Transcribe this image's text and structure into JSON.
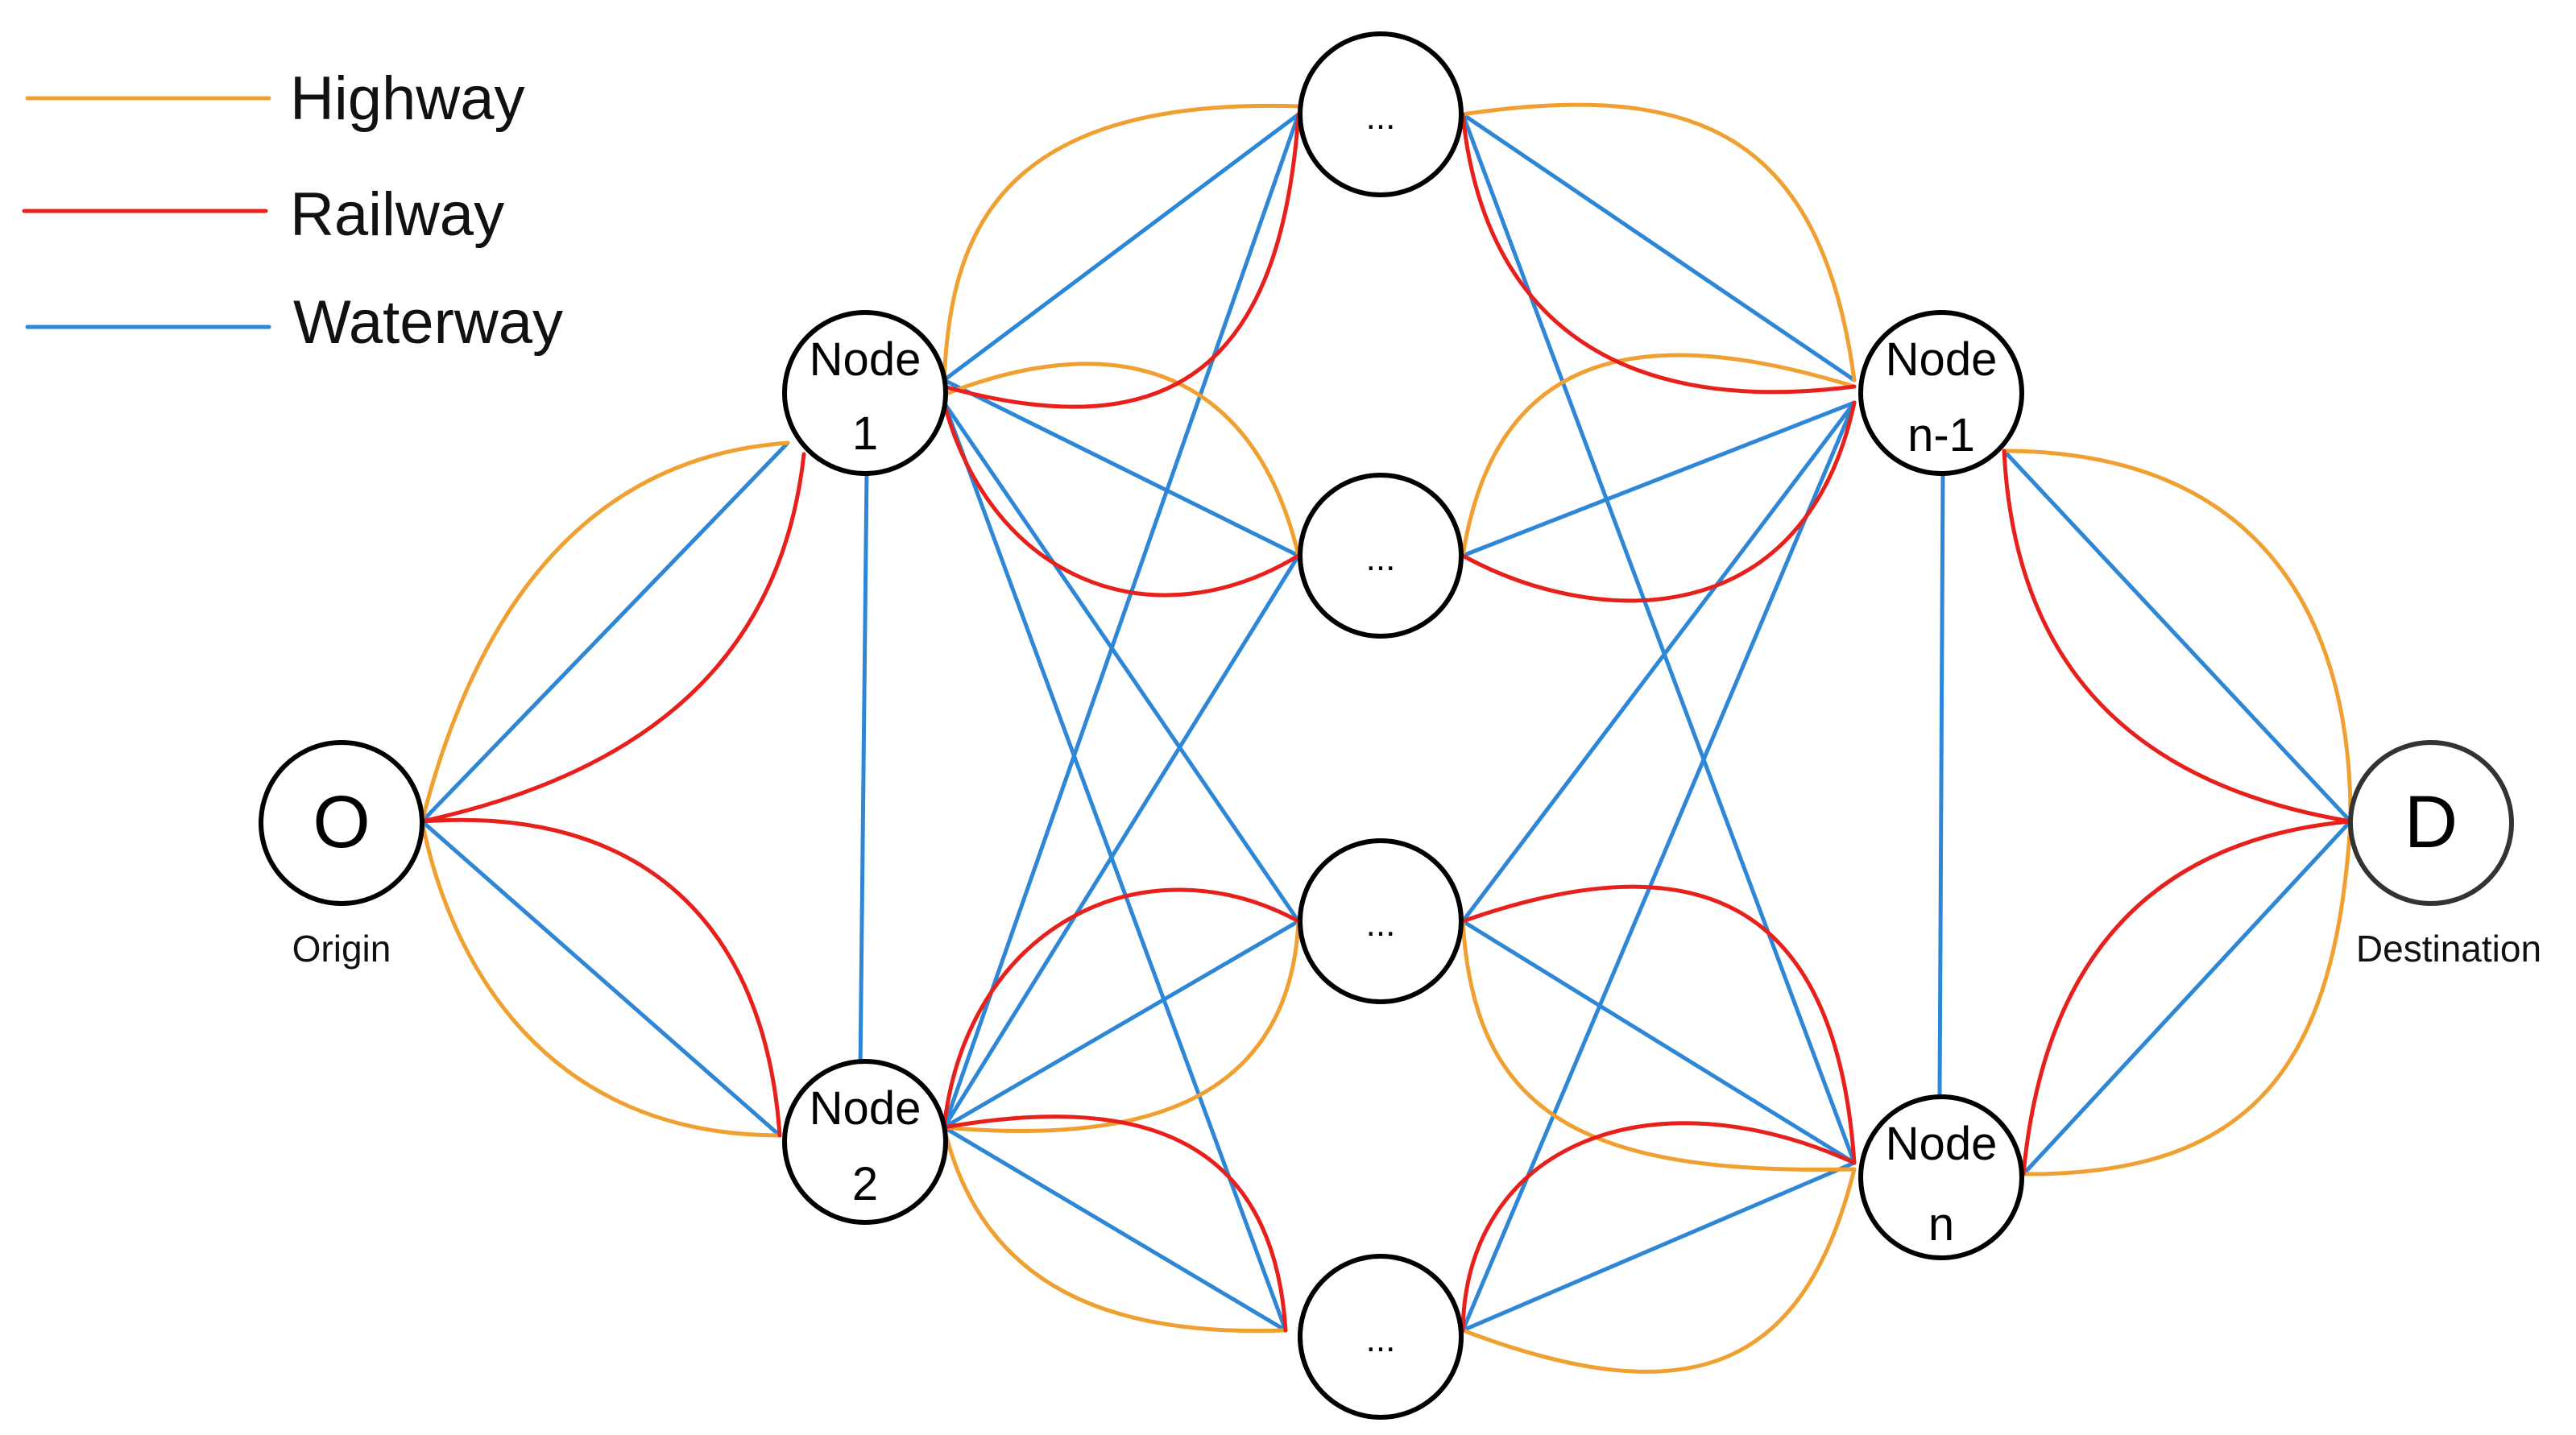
{
  "legend": [
    {
      "key": "highway",
      "label": "Highway",
      "color": "#F0A030"
    },
    {
      "key": "railway",
      "label": "Railway",
      "color": "#E8201C"
    },
    {
      "key": "waterway",
      "label": "Waterway",
      "color": "#2E86D6"
    }
  ],
  "nodes": {
    "origin": {
      "lines": [
        "O"
      ],
      "caption": "Origin"
    },
    "destination": {
      "lines": [
        "D"
      ],
      "caption": "Destination"
    },
    "node1": {
      "lines": [
        "Node",
        "1"
      ]
    },
    "node2": {
      "lines": [
        "Node",
        "2"
      ]
    },
    "nodeN1": {
      "lines": [
        "Node",
        "n-1"
      ]
    },
    "nodeN": {
      "lines": [
        "Node",
        "n"
      ]
    },
    "mid1": {
      "lines": [
        "..."
      ]
    },
    "mid2": {
      "lines": [
        "..."
      ]
    },
    "mid3": {
      "lines": [
        "..."
      ]
    },
    "mid4": {
      "lines": [
        "..."
      ]
    }
  }
}
